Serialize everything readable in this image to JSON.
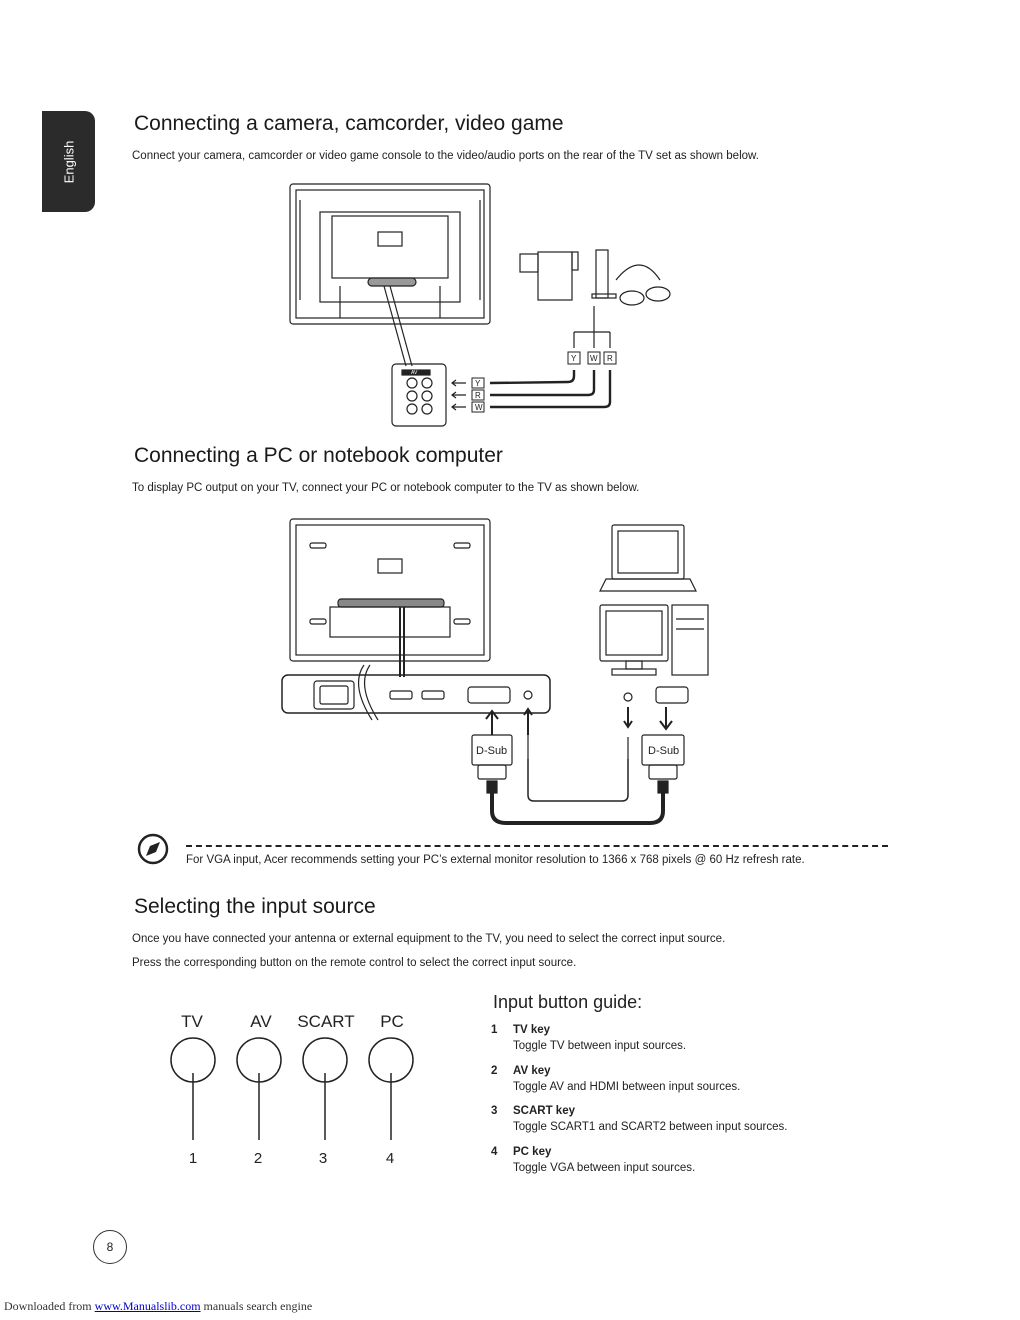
{
  "side_tab": {
    "label": "English"
  },
  "section1": {
    "title": "Connecting a camera, camcorder, video game",
    "body": "Connect your camera, camcorder or video game console to the video/audio ports on the rear of the TV set as shown below.",
    "diagram": {
      "panel_label": "AV",
      "cable_tags_top": [
        "Y",
        "W",
        "R"
      ],
      "cable_tags_panel": [
        "Y",
        "R",
        "W"
      ]
    }
  },
  "section2": {
    "title": "Connecting a PC or notebook computer",
    "body": "To display PC output on your TV, connect your PC or notebook computer to the TV as shown below.",
    "diagram": {
      "dsub_left": "D-Sub",
      "dsub_right": "D-Sub"
    }
  },
  "note": {
    "text": "For VGA input, Acer recommends setting your PC’s external monitor resolution to 1366 x 768 pixels @ 60 Hz refresh rate."
  },
  "section3": {
    "title": "Selecting the input source",
    "body1": "Once you have connected your antenna or external equipment to the TV, you need to select the correct input source.",
    "body2": "Press the corresponding button on the remote control to select the correct input source.",
    "buttons": [
      {
        "label": "TV",
        "number": "1"
      },
      {
        "label": "AV",
        "number": "2"
      },
      {
        "label": "SCART",
        "number": "3"
      },
      {
        "label": "PC",
        "number": "4"
      }
    ],
    "guide_title": "Input button guide:",
    "guide": [
      {
        "num": "1",
        "key": "TV key",
        "desc": "Toggle TV between input sources."
      },
      {
        "num": "2",
        "key": "AV key",
        "desc": "Toggle AV and HDMI between input sources."
      },
      {
        "num": "3",
        "key": "SCART key",
        "desc": "Toggle SCART1 and SCART2 between input sources."
      },
      {
        "num": "4",
        "key": "PC key",
        "desc": "Toggle VGA between input sources."
      }
    ]
  },
  "page_number": "8",
  "footer": {
    "prefix": "Downloaded from ",
    "link": "www.Manualslib.com",
    "suffix": " manuals search engine"
  }
}
